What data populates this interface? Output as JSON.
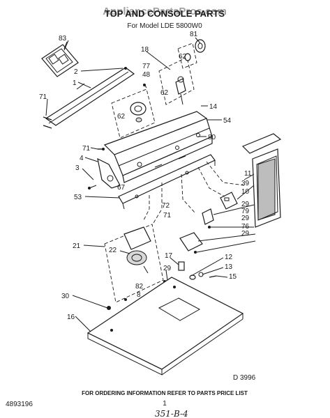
{
  "watermark": "AppliancePartsPros.com",
  "title": "TOP AND CONSOLE PARTS",
  "subtitle": "For Model LDE 5800W0",
  "footer": "FOR ORDERING INFORMATION REFER TO PARTS PRICE LIST",
  "figure_code": "D 3996",
  "left_code": "4893196",
  "page_mark": "1",
  "handwritten_note": "351-B-4",
  "part_labels": {
    "p83": "83",
    "p81": "81",
    "p62a": "62",
    "p18": "18",
    "p77": "77",
    "p48": "48",
    "p2": "2",
    "p1": "1",
    "p62b": "62",
    "p71a": "71",
    "p62c": "62",
    "p14": "14",
    "p54": "54",
    "p80": "80",
    "p71b": "71",
    "p4": "4",
    "p3": "3",
    "p67": "67",
    "p11": "11",
    "p39": "39",
    "p10": "10",
    "p53": "53",
    "p72": "72",
    "p29a": "29",
    "p79": "79",
    "p71c": "71",
    "p29b": "29",
    "p76": "76",
    "p29c": "29",
    "p21": "21",
    "p22": "22",
    "p17": "17",
    "p12": "12",
    "p13": "13",
    "p29d": "29",
    "p15": "15",
    "p82": "82",
    "p8": "8",
    "p30": "30",
    "p16": "16"
  }
}
